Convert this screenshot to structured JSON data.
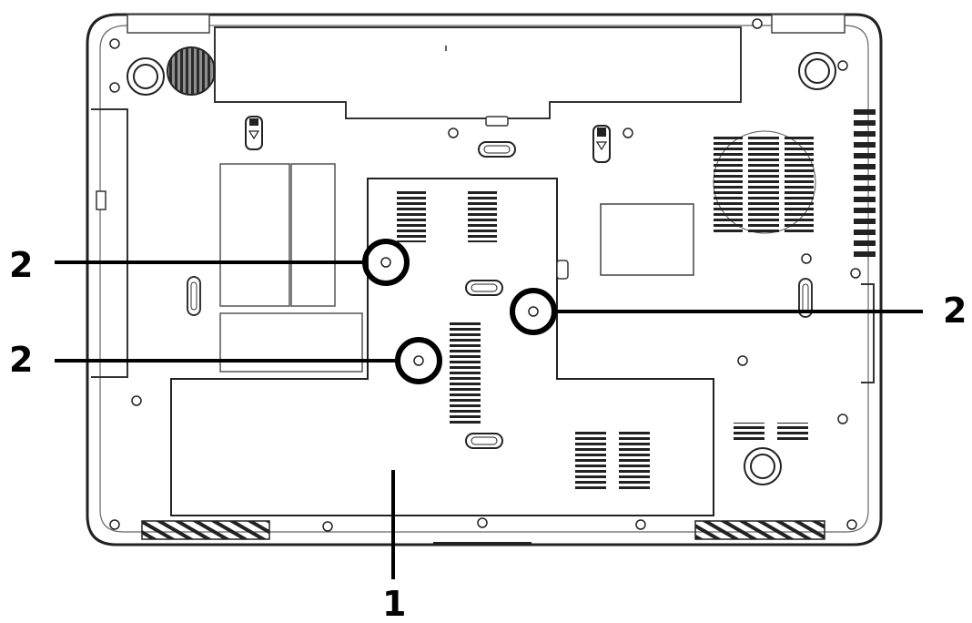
{
  "callouts": {
    "screw_upper_left": "2",
    "screw_lower_left": "2",
    "screw_right": "2",
    "memory_cover": "1"
  }
}
